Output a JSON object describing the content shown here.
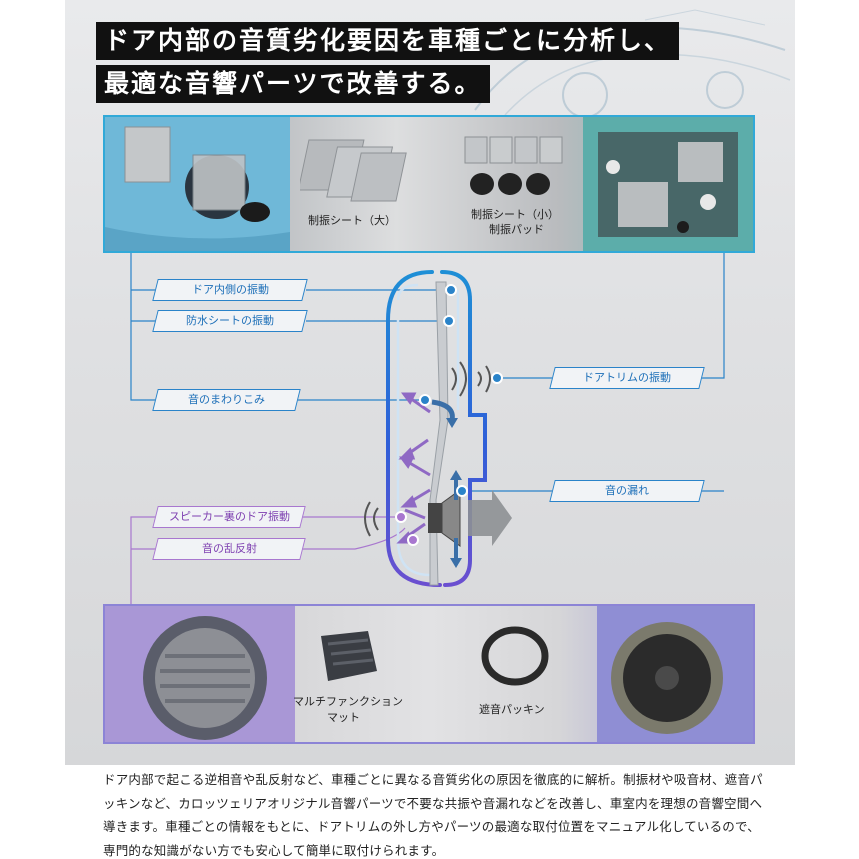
{
  "headline": {
    "line1": "ドア内部の音質劣化要因を車種ごとに分析し、",
    "line2": "最適な音響パーツで改善する。"
  },
  "top_products": {
    "damping_sheet_large": "制振シート（大）",
    "damping_sheet_small": "制振シート（小）",
    "damping_pad": "制振パッド"
  },
  "bottom_products": {
    "multi_mat_line1": "マルチファンクション",
    "multi_mat_line2": "マット",
    "seal_packing": "遮音パッキン"
  },
  "labels": {
    "door_inner_vibration": "ドア内側の振動",
    "waterproof_sheet_vibration": "防水シートの振動",
    "sound_wraparound": "音のまわりこみ",
    "door_trim_vibration": "ドアトリムの振動",
    "sound_leak": "音の漏れ",
    "speaker_back_vibration": "スピーカー裏のドア振動",
    "diffuse_reflection": "音の乱反射"
  },
  "colors": {
    "blue": "#2a83c9",
    "purple": "#a877cf",
    "headline_bg": "#111111"
  },
  "description": "ドア内部で起こる逆相音や乱反射など、車種ごとに異なる音質劣化の原因を徹底的に解析。制振材や吸音材、遮音パッキンなど、カロッツェリアオリジナル音響パーツで不要な共振や音漏れなどを改善し、車室内を理想の音響空間へ導きます。車種ごとの情報をもとに、ドアトリムの外し方やパーツの最適な取付位置をマニュアル化しているので、専門的な知識がない方でも安心して簡単に取付けられます。"
}
